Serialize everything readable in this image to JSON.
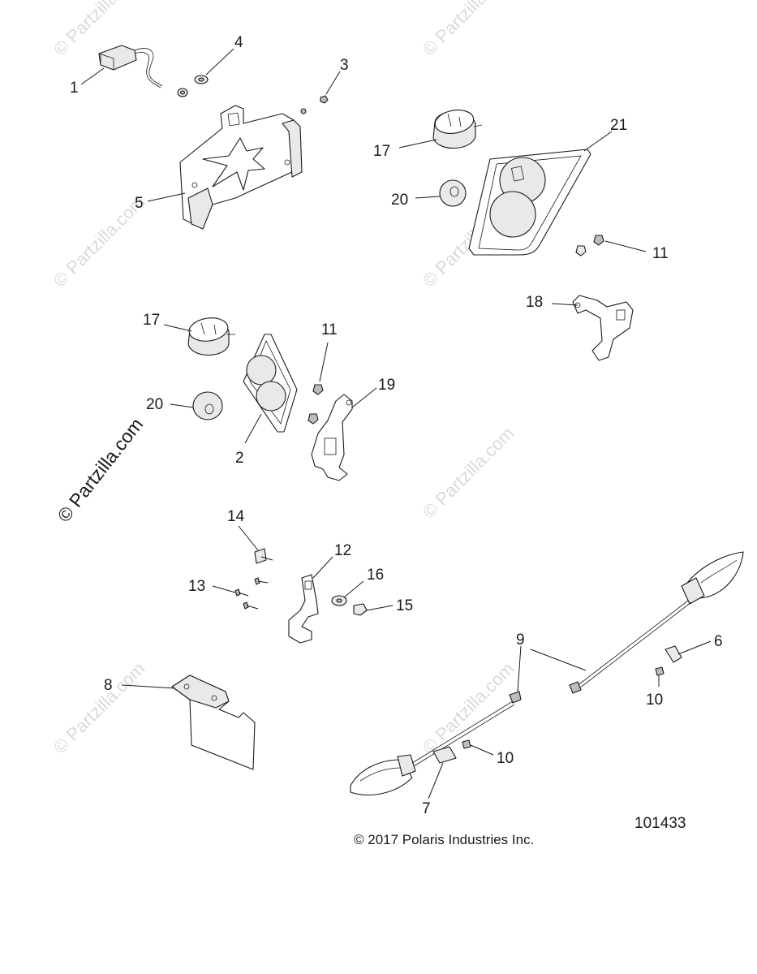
{
  "watermark": {
    "text": "© Partzilla.com",
    "side_text": "© Partzilla.com"
  },
  "callouts": {
    "c1": "1",
    "c2": "2",
    "c3": "3",
    "c4": "4",
    "c5": "5",
    "c6": "6",
    "c7": "7",
    "c8": "8",
    "c9": "9",
    "c10a": "10",
    "c10b": "10",
    "c11a": "11",
    "c11b": "11",
    "c12": "12",
    "c13": "13",
    "c14": "14",
    "c15": "15",
    "c16": "16",
    "c17a": "17",
    "c17b": "17",
    "c18": "18",
    "c19": "19",
    "c20a": "20",
    "c20b": "20",
    "c21": "21"
  },
  "diagram_number": "101433",
  "copyright": "© 2017 Polaris Industries Inc."
}
